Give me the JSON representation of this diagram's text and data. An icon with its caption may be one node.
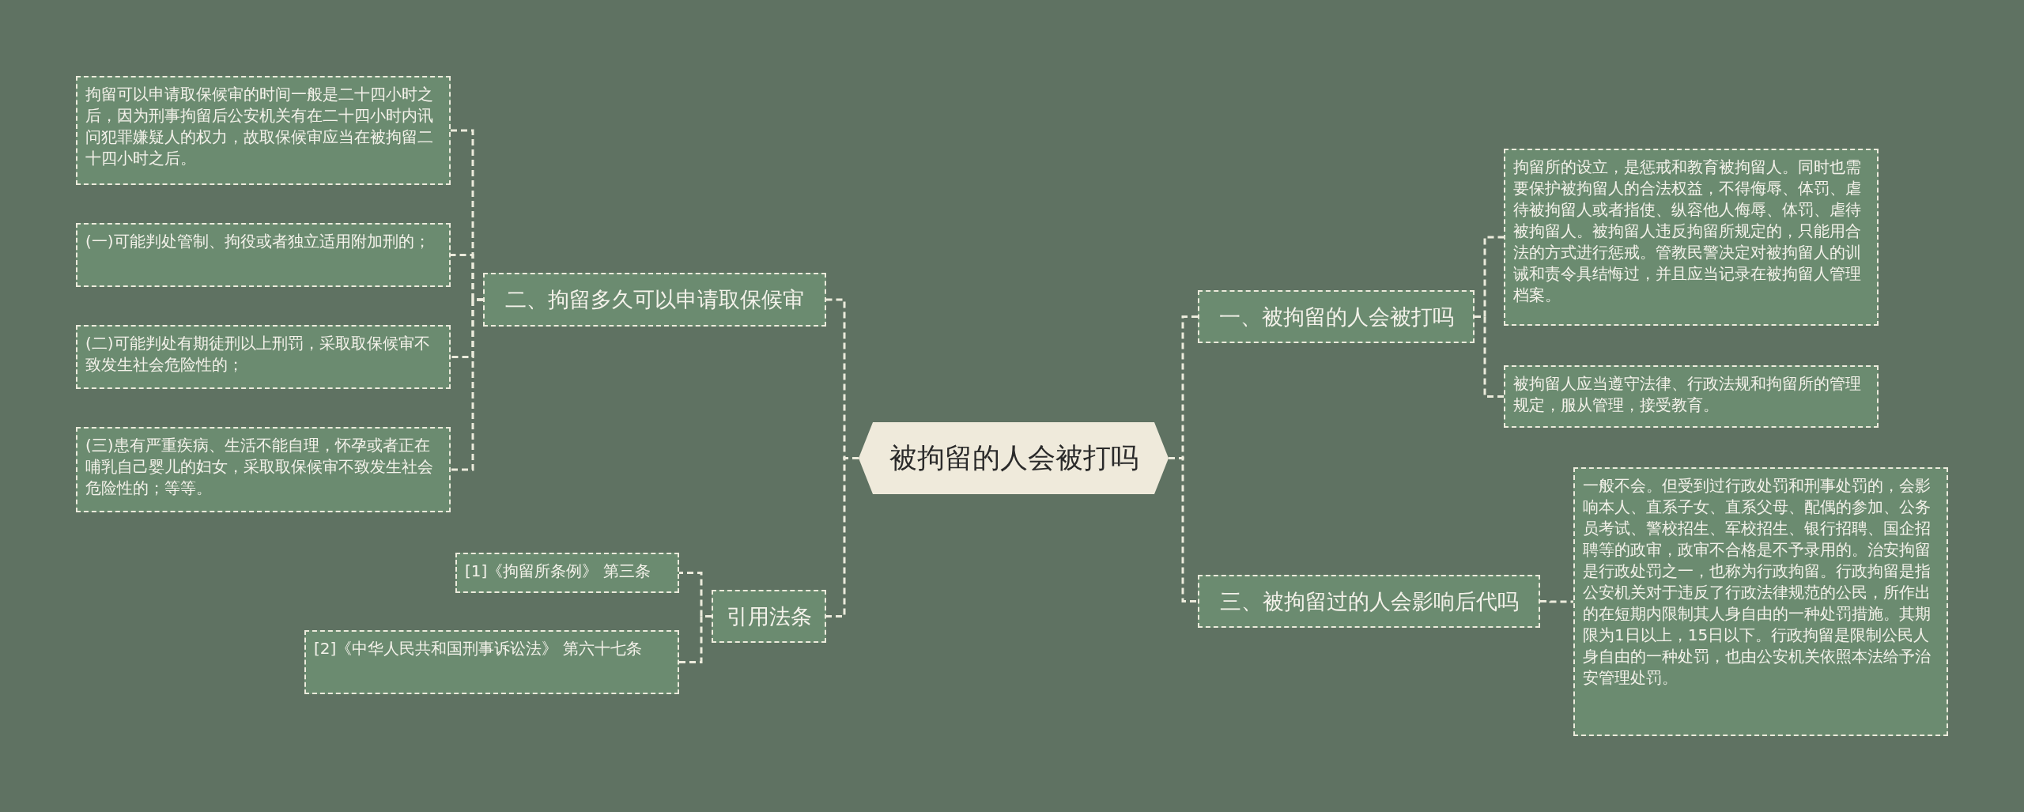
{
  "diagram": {
    "nodes": [
      {
        "text": [
          "被拘留的人会被打吗"
        ]
      },
      {
        "text": [
          "二、拘留多久可以申请取保候审"
        ]
      },
      {
        "text": [
          "拘留可以申请取保候审的时间一般是二十四小时之后，因为刑事拘留后公安机关有在二十四小时内讯问犯罪嫌疑人的权力，故取保候审应当在被拘留二十四小时之后。"
        ]
      },
      {
        "text": [
          "(一)可能判处管制、拘役或者独立适用附加刑的；"
        ]
      },
      {
        "text": [
          "(二)可能判处有期徒刑以上刑罚，采取取保候审不致发生社会危险性的；"
        ]
      },
      {
        "text": [
          "(三)患有严重疾病、生活不能自理，怀孕或者正在哺乳自己婴儿的妇女，采取取保候审不致发生社会危险性的；等等。"
        ]
      },
      {
        "text": [
          "引用法条"
        ]
      },
      {
        "text": [
          "[1]《拘留所条例》 第三条"
        ]
      },
      {
        "text": [
          "[2]《中华人民共和国刑事诉讼法》 第六十七条"
        ]
      },
      {
        "text": [
          "一、被拘留的人会被打吗"
        ]
      },
      {
        "text": [
          "拘留所的设立，是惩戒和教育被拘留人。同时也需要保护被拘留人的合法权益，不得侮辱、体罚、虐待被拘留人或者指使、纵容他人侮辱、体罚、虐待被拘留人。被拘留人违反拘留所规定的，只能用合法的方式进行惩戒。管教民警决定对被拘留人的训诫和责令具结悔过，并且应当记录在被拘留人管理档案。"
        ]
      },
      {
        "text": [
          "被拘留人应当遵守法律、行政法规和拘留所的管理规定，服从管理，接受教育。"
        ]
      },
      {
        "text": [
          "三、被拘留过的人会影响后代吗"
        ]
      },
      {
        "text": [
          "一般不会。但受到过行政处罚和刑事处罚的，会影响本人、直系子女、直系父母、配偶的参加、公务员考试、警校招生、军校招生、银行招聘、国企招聘等的政审，政审不合格是不予录用的。治安拘留是行政处罚之一，也称为行政拘留。行政拘留是指公安机关对于违反了行政法律规范的公民，所作出的在短期内限制其人身自由的一种处罚措施。其期限为1日以上，15日以下。行政拘留是限制公民人身自由的一种处罚，也由公安机关依照本法给予治安管理处罚。"
        ]
      }
    ],
    "edges": [
      {
        "from": 0,
        "to": 1,
        "arrow": "none",
        "style": "dashed"
      },
      {
        "from": 1,
        "to": 2,
        "arrow": "none",
        "style": "dashed"
      },
      {
        "from": 1,
        "to": 3,
        "arrow": "none",
        "style": "dashed"
      },
      {
        "from": 1,
        "to": 4,
        "arrow": "none",
        "style": "dashed"
      },
      {
        "from": 1,
        "to": 5,
        "arrow": "none",
        "style": "dashed"
      },
      {
        "from": 0,
        "to": 6,
        "arrow": "none",
        "style": "dashed"
      },
      {
        "from": 6,
        "to": 7,
        "arrow": "none",
        "style": "dashed"
      },
      {
        "from": 6,
        "to": 8,
        "arrow": "none",
        "style": "dashed"
      },
      {
        "from": 0,
        "to": 9,
        "arrow": "none",
        "style": "dashed"
      },
      {
        "from": 9,
        "to": 10,
        "arrow": "none",
        "style": "dashed"
      },
      {
        "from": 9,
        "to": 11,
        "arrow": "none",
        "style": "dashed"
      },
      {
        "from": 0,
        "to": 12,
        "arrow": "none",
        "style": "dashed"
      },
      {
        "from": 12,
        "to": 13,
        "arrow": "none",
        "style": "dashed"
      }
    ]
  }
}
